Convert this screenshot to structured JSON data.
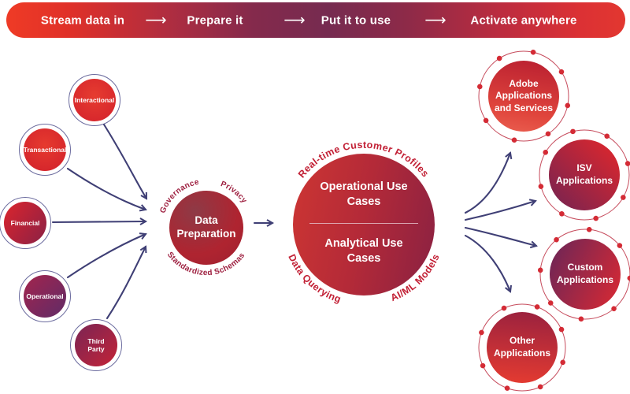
{
  "banner": {
    "steps": [
      {
        "label": "Stream data in"
      },
      {
        "label": "Prepare it"
      },
      {
        "label": "Put it to use"
      },
      {
        "label": "Activate anywhere"
      }
    ],
    "arrow_glyph": "⟶"
  },
  "sources": [
    {
      "label": "Interactional"
    },
    {
      "label": "Transactional"
    },
    {
      "label": "Financial"
    },
    {
      "label": "Operational"
    },
    {
      "label": "Third Party"
    }
  ],
  "preparation": {
    "title": "Data Preparation",
    "arc_labels": {
      "top_left": "Governance",
      "top_right": "Privacy",
      "bottom": "Standardized Schemas"
    }
  },
  "use_cases": {
    "top": "Operational Use Cases",
    "bottom": "Analytical Use Cases",
    "arc_labels": {
      "top": "Real-time Customer Profiles",
      "bottom_left": "Data Querying",
      "bottom_right": "AI/ML Models"
    }
  },
  "destinations": [
    {
      "label": "Adobe Applications and Services"
    },
    {
      "label": "ISV Applications"
    },
    {
      "label": "Custom Applications"
    },
    {
      "label": "Other Applications"
    }
  ],
  "colors": {
    "accent_red": "#e1251b",
    "banner_maroon": "#762b50",
    "arrow_navy": "#3f3f75",
    "arc_text_crimson": "#c22035",
    "arc_text_dark": "#9e2040",
    "source_ring_purple": "#6b6b9e",
    "dest_ring_dot_red": "#d42b35"
  }
}
